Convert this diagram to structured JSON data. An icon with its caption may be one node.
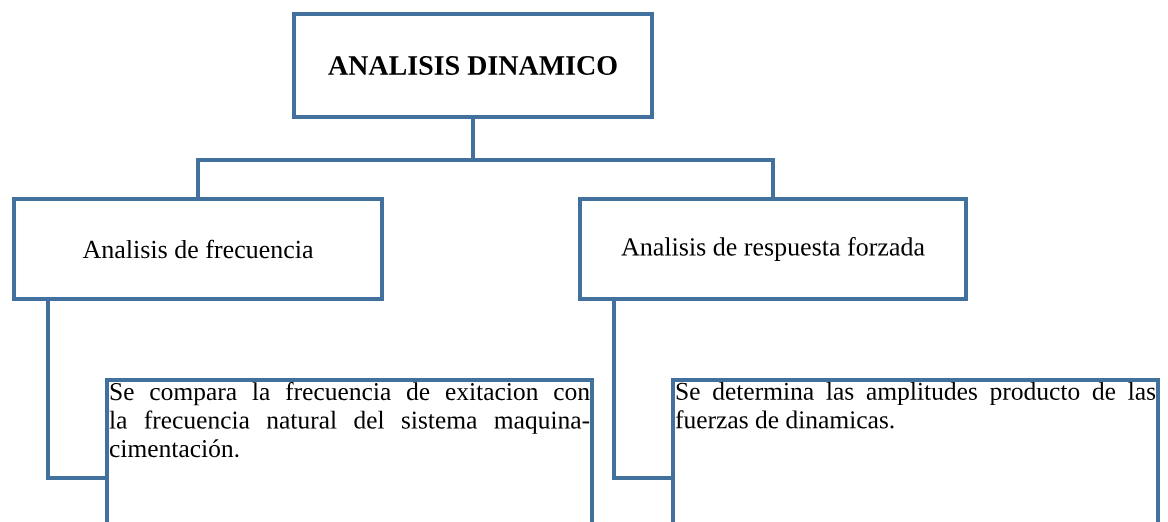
{
  "diagram": {
    "nodes": [
      {
        "text": [
          "**ANALISIS DINAMICO**"
        ]
      },
      {
        "text": [
          "Analisis de frecuencia"
        ]
      },
      {
        "text": [
          "Analisis de respuesta forzada"
        ]
      },
      {
        "text": [
          "Se compara la frecuencia de exitacion con la frecuencia natural del sistema maquina-cimentación."
        ]
      },
      {
        "text": [
          "Se determina las amplitudes producto de las fuerzas de dinamicas."
        ]
      }
    ],
    "edges": [
      {
        "from": 0,
        "to": 1,
        "arrow": "none"
      },
      {
        "from": 0,
        "to": 2,
        "arrow": "none"
      },
      {
        "from": 1,
        "to": 3,
        "arrow": "none"
      },
      {
        "from": 2,
        "to": 4,
        "arrow": "none"
      }
    ]
  }
}
